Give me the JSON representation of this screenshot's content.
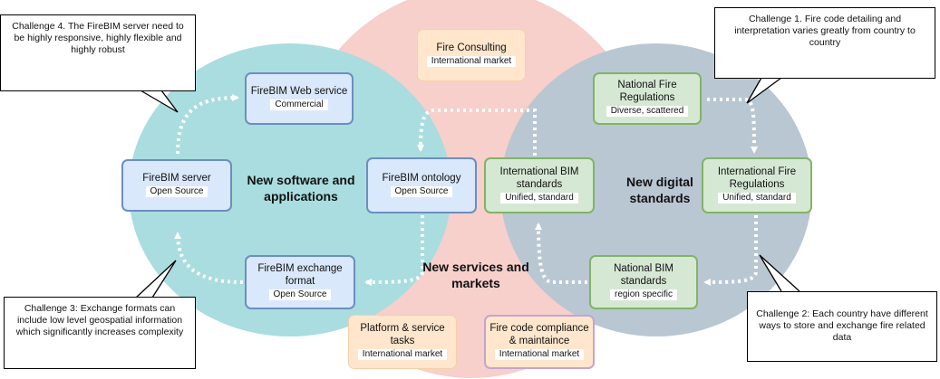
{
  "regions": {
    "software": "New software and applications",
    "standards": "New digital standards",
    "services": "New services and markets"
  },
  "boxes": {
    "fire_consulting": {
      "title": "Fire Consulting",
      "tag": "International market"
    },
    "web_service": {
      "title": "FireBIM Web service",
      "tag": "Commercial"
    },
    "server": {
      "title": "FireBIM server",
      "tag": "Open Source"
    },
    "ontology": {
      "title": "FireBIM ontology",
      "tag": "Open Source"
    },
    "exchange": {
      "title": "FireBIM exchange format",
      "tag": "Open Source"
    },
    "national_fire": {
      "title": "National Fire Regulations",
      "tag": "Diverse, scattered"
    },
    "intl_bim": {
      "title": "International BIM standards",
      "tag": "Unified, standard"
    },
    "intl_fire": {
      "title": "International Fire Regulations",
      "tag": "Unified, standard"
    },
    "national_bim": {
      "title": "National BIM standards",
      "tag": "region specific"
    },
    "platform": {
      "title": "Platform & service tasks",
      "tag": "International market"
    },
    "compliance": {
      "title": "Fire code compliance & maintaince",
      "tag": "International market"
    }
  },
  "callouts": {
    "c4": "Challenge 4. The FireBIM server need to be highly responsive, highly flexible and highly robust",
    "c1": "Challenge 1. Fire code detailing and interpretation varies greatly from country to country",
    "c3": "Challenge 3: Exchange formats can include low level geospatial information which significantly increases complexity",
    "c2": "Challenge 2: Each country have different ways to store and exchange fire related data"
  },
  "colors": {
    "software_circle": "#a9dde0",
    "standards_circle": "#b9c7d3",
    "services_circle": "#f7cfcb",
    "blue_fill": "#dae8fc",
    "blue_border": "#6c8ebf",
    "green_fill": "#d5e8d4",
    "green_border": "#82b366",
    "orange_fill": "#ffe6cc",
    "purple_border": "#c3a5cf"
  }
}
